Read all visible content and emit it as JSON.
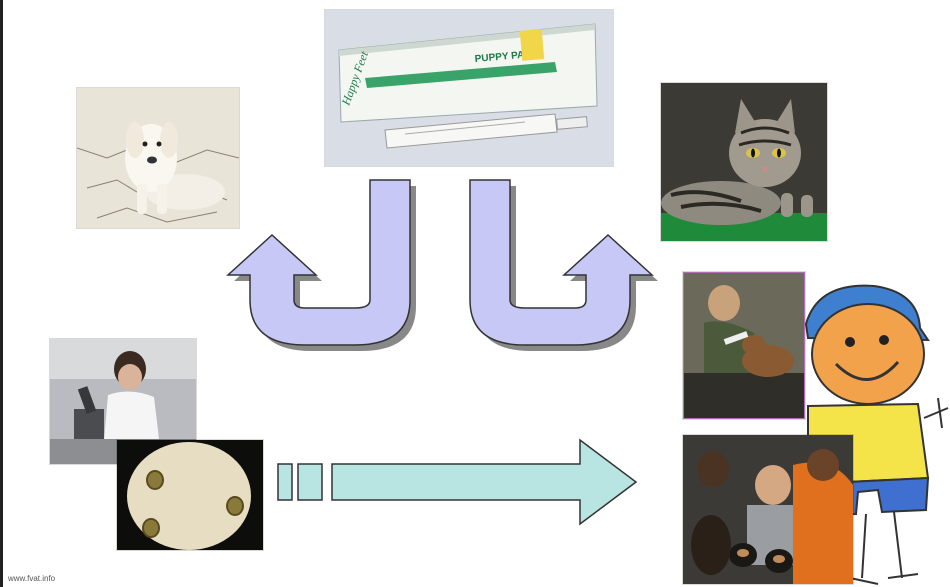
{
  "slide": {
    "footer_text": "www.fvat.info",
    "arrow_fill_purple": "#c8c8f7",
    "arrow_fill_cyan": "#b8e4e2",
    "arrow_stroke": "#333333"
  },
  "images": {
    "puppy_paste_box": {
      "label": "PUPPY PASTE",
      "brand": "Happy Feet"
    },
    "puppy_photo": {},
    "cat_photo": {},
    "vet_feeding_dog_photo": {},
    "volunteers_puppies_photo": {},
    "lab_microscope_photo": {},
    "egg_microscopy_photo": {}
  },
  "drawing": {
    "child_cartoon": {}
  }
}
